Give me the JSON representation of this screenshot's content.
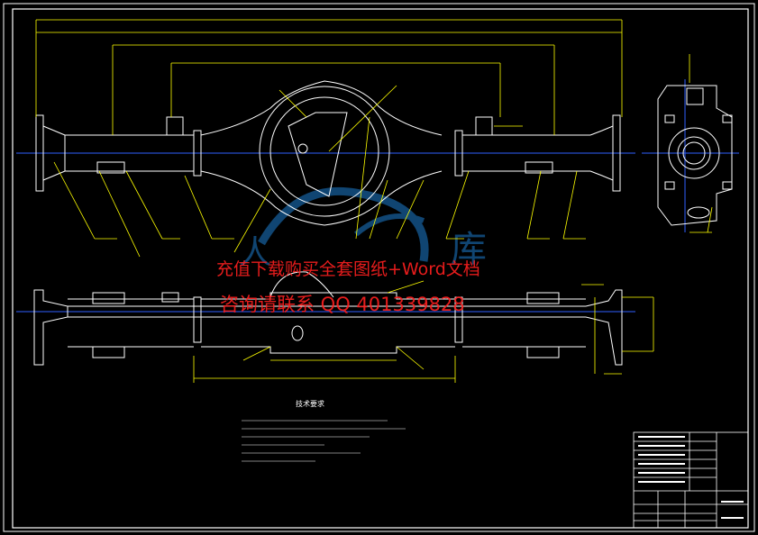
{
  "drawing": {
    "line_color": "#ffffff",
    "dim_color": "#ffff00",
    "center_color": "#3060ff",
    "border_color": "#ffffff"
  },
  "watermark": {
    "line1": "充值下载购买全套图纸+Word文档",
    "line2": "咨询请联系 QQ 401339828",
    "color": "#ff2020",
    "logo": "water-drop-logo"
  },
  "notes": {
    "heading": "技术要求"
  }
}
